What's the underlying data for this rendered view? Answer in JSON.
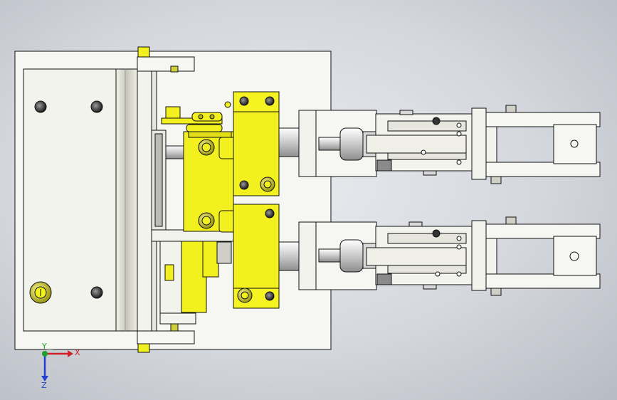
{
  "viewport": {
    "background_colors": [
      "#e9ebef",
      "#b7bbc3"
    ]
  },
  "model": {
    "colors": {
      "plate": "#f6f6f2",
      "outline": "#111111",
      "yellow_part": "#f2f01e",
      "yellow_dark": "#b8b410",
      "steel": "#d9d9d9",
      "steel_dark": "#8a8a8a",
      "hole": "#2a2a2a"
    }
  },
  "triad": {
    "x_label": "X",
    "y_label": "Y",
    "z_label": "Z",
    "x_color": "#d0202a",
    "y_color": "#1fa02a",
    "z_color": "#2040d0"
  }
}
